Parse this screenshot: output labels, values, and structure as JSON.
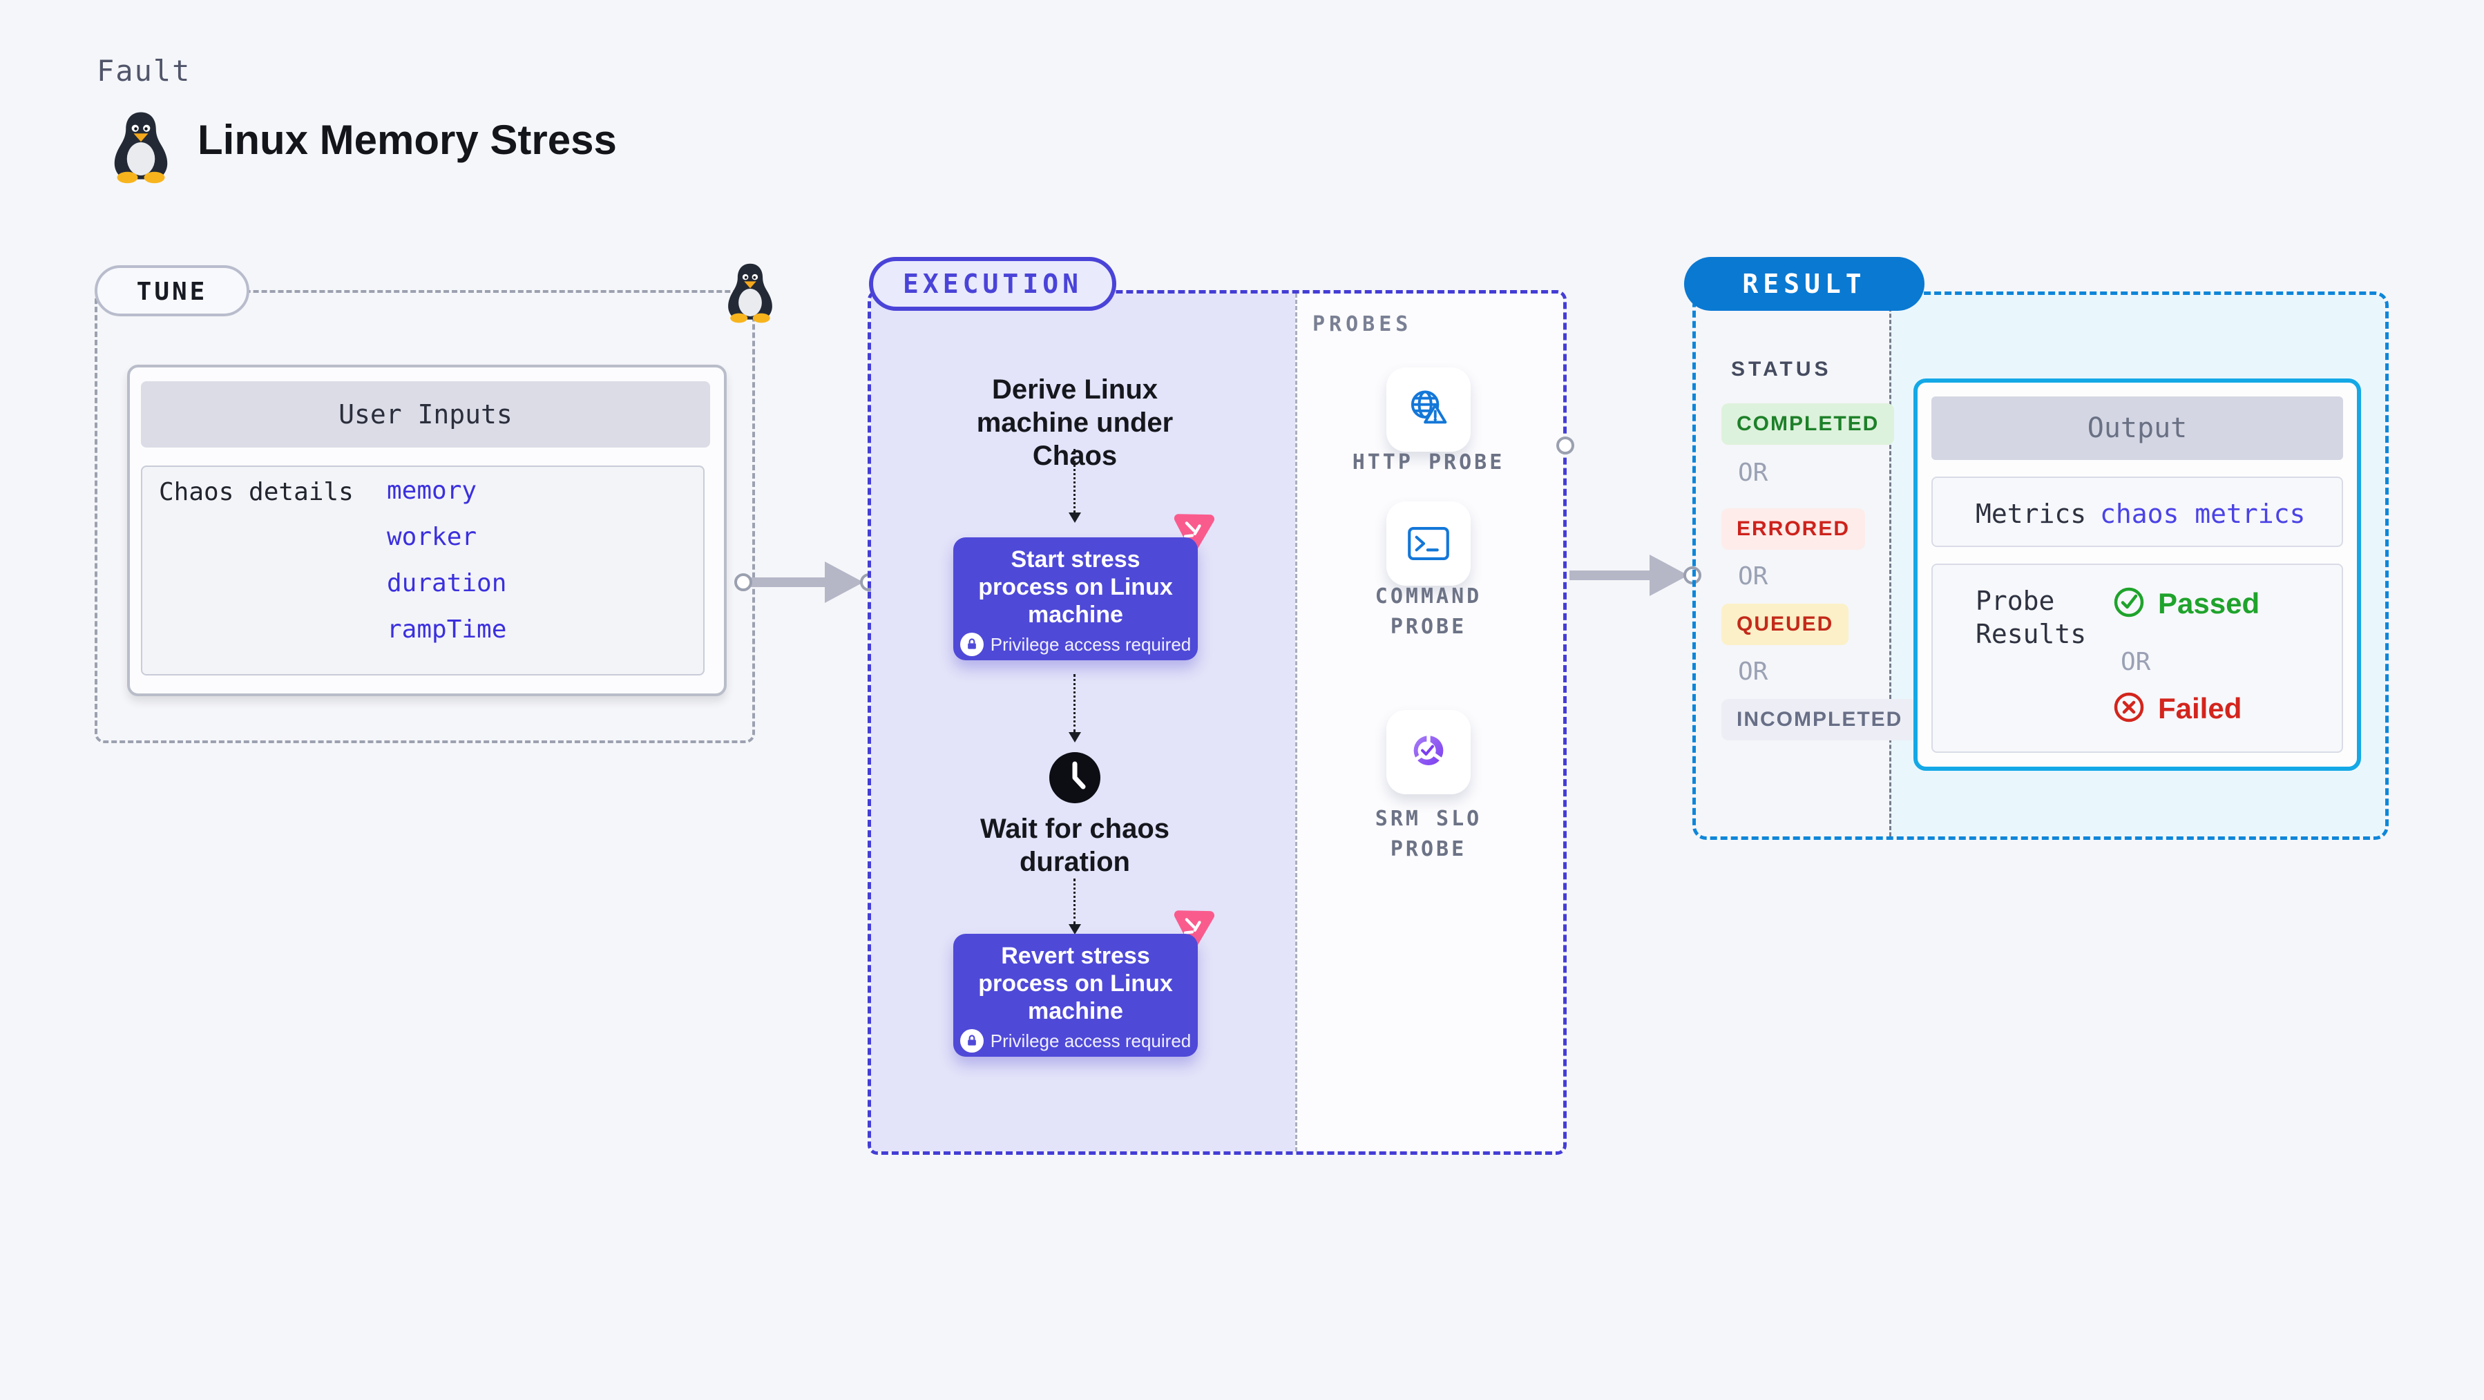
{
  "page": {
    "kind_label": "Fault",
    "title": "Linux Memory Stress"
  },
  "tune": {
    "label": "TUNE",
    "card_header": "User Inputs",
    "row_label": "Chaos details",
    "params": [
      "memory",
      "worker",
      "duration",
      "rampTime"
    ]
  },
  "execution": {
    "label": "EXECUTION",
    "derive_text": "Derive Linux machine under Chaos",
    "step_start": {
      "title": "Start stress process on Linux machine",
      "badge": "Privilege access required"
    },
    "wait_text": "Wait for chaos duration",
    "step_revert": {
      "title": "Revert stress process on Linux machine",
      "badge": "Privilege access required"
    }
  },
  "probes": {
    "label": "PROBES",
    "items": [
      {
        "name": "HTTP PROBE",
        "icon": "globe-alert-icon"
      },
      {
        "name": "COMMAND PROBE",
        "icon": "terminal-icon"
      },
      {
        "name": "SRM SLO PROBE",
        "icon": "pie-check-icon"
      }
    ]
  },
  "result": {
    "label": "RESULT",
    "status_heading": "STATUS",
    "or": "OR",
    "statuses": [
      {
        "label": "COMPLETED",
        "bg": "#ddf2dc",
        "color": "#1d8029"
      },
      {
        "label": "ERRORED",
        "bg": "#fdecea",
        "color": "#cd221c"
      },
      {
        "label": "QUEUED",
        "bg": "#fbf0c8",
        "color": "#c32a1a"
      },
      {
        "label": "INCOMPLETED",
        "bg": "#edeef5",
        "color": "#676e86"
      }
    ],
    "output": {
      "header": "Output",
      "metrics_label": "Metrics",
      "metrics_value": "chaos metrics",
      "probe_results_label": "Probe Results",
      "passed": "Passed",
      "failed": "Failed"
    }
  },
  "icons": {
    "penguin": "linux-tux-icon",
    "chaos": "chaos-fan-icon",
    "lock": "lock-icon",
    "clock": "clock-icon",
    "passed": "check-circle-icon",
    "failed": "x-circle-icon"
  },
  "colors": {
    "page_bg": "#f5f6f9",
    "execution_bg": "#e3e3f9",
    "execution_dash": "#443dd6",
    "step_box": "#4f49d8",
    "param_blue": "#3b30dd",
    "probe_icon_blue": "#1377d8",
    "result_blue": "#0a79d2",
    "result_dash": "#0e86d9",
    "output_border": "#14a8e6",
    "output_bg_region": "#e9f7fd",
    "passed_green": "#1fa32c",
    "failed_red": "#d3251d",
    "chaos_pink": "#fa5b8d",
    "arrow_gray": "#b5b7c7"
  }
}
